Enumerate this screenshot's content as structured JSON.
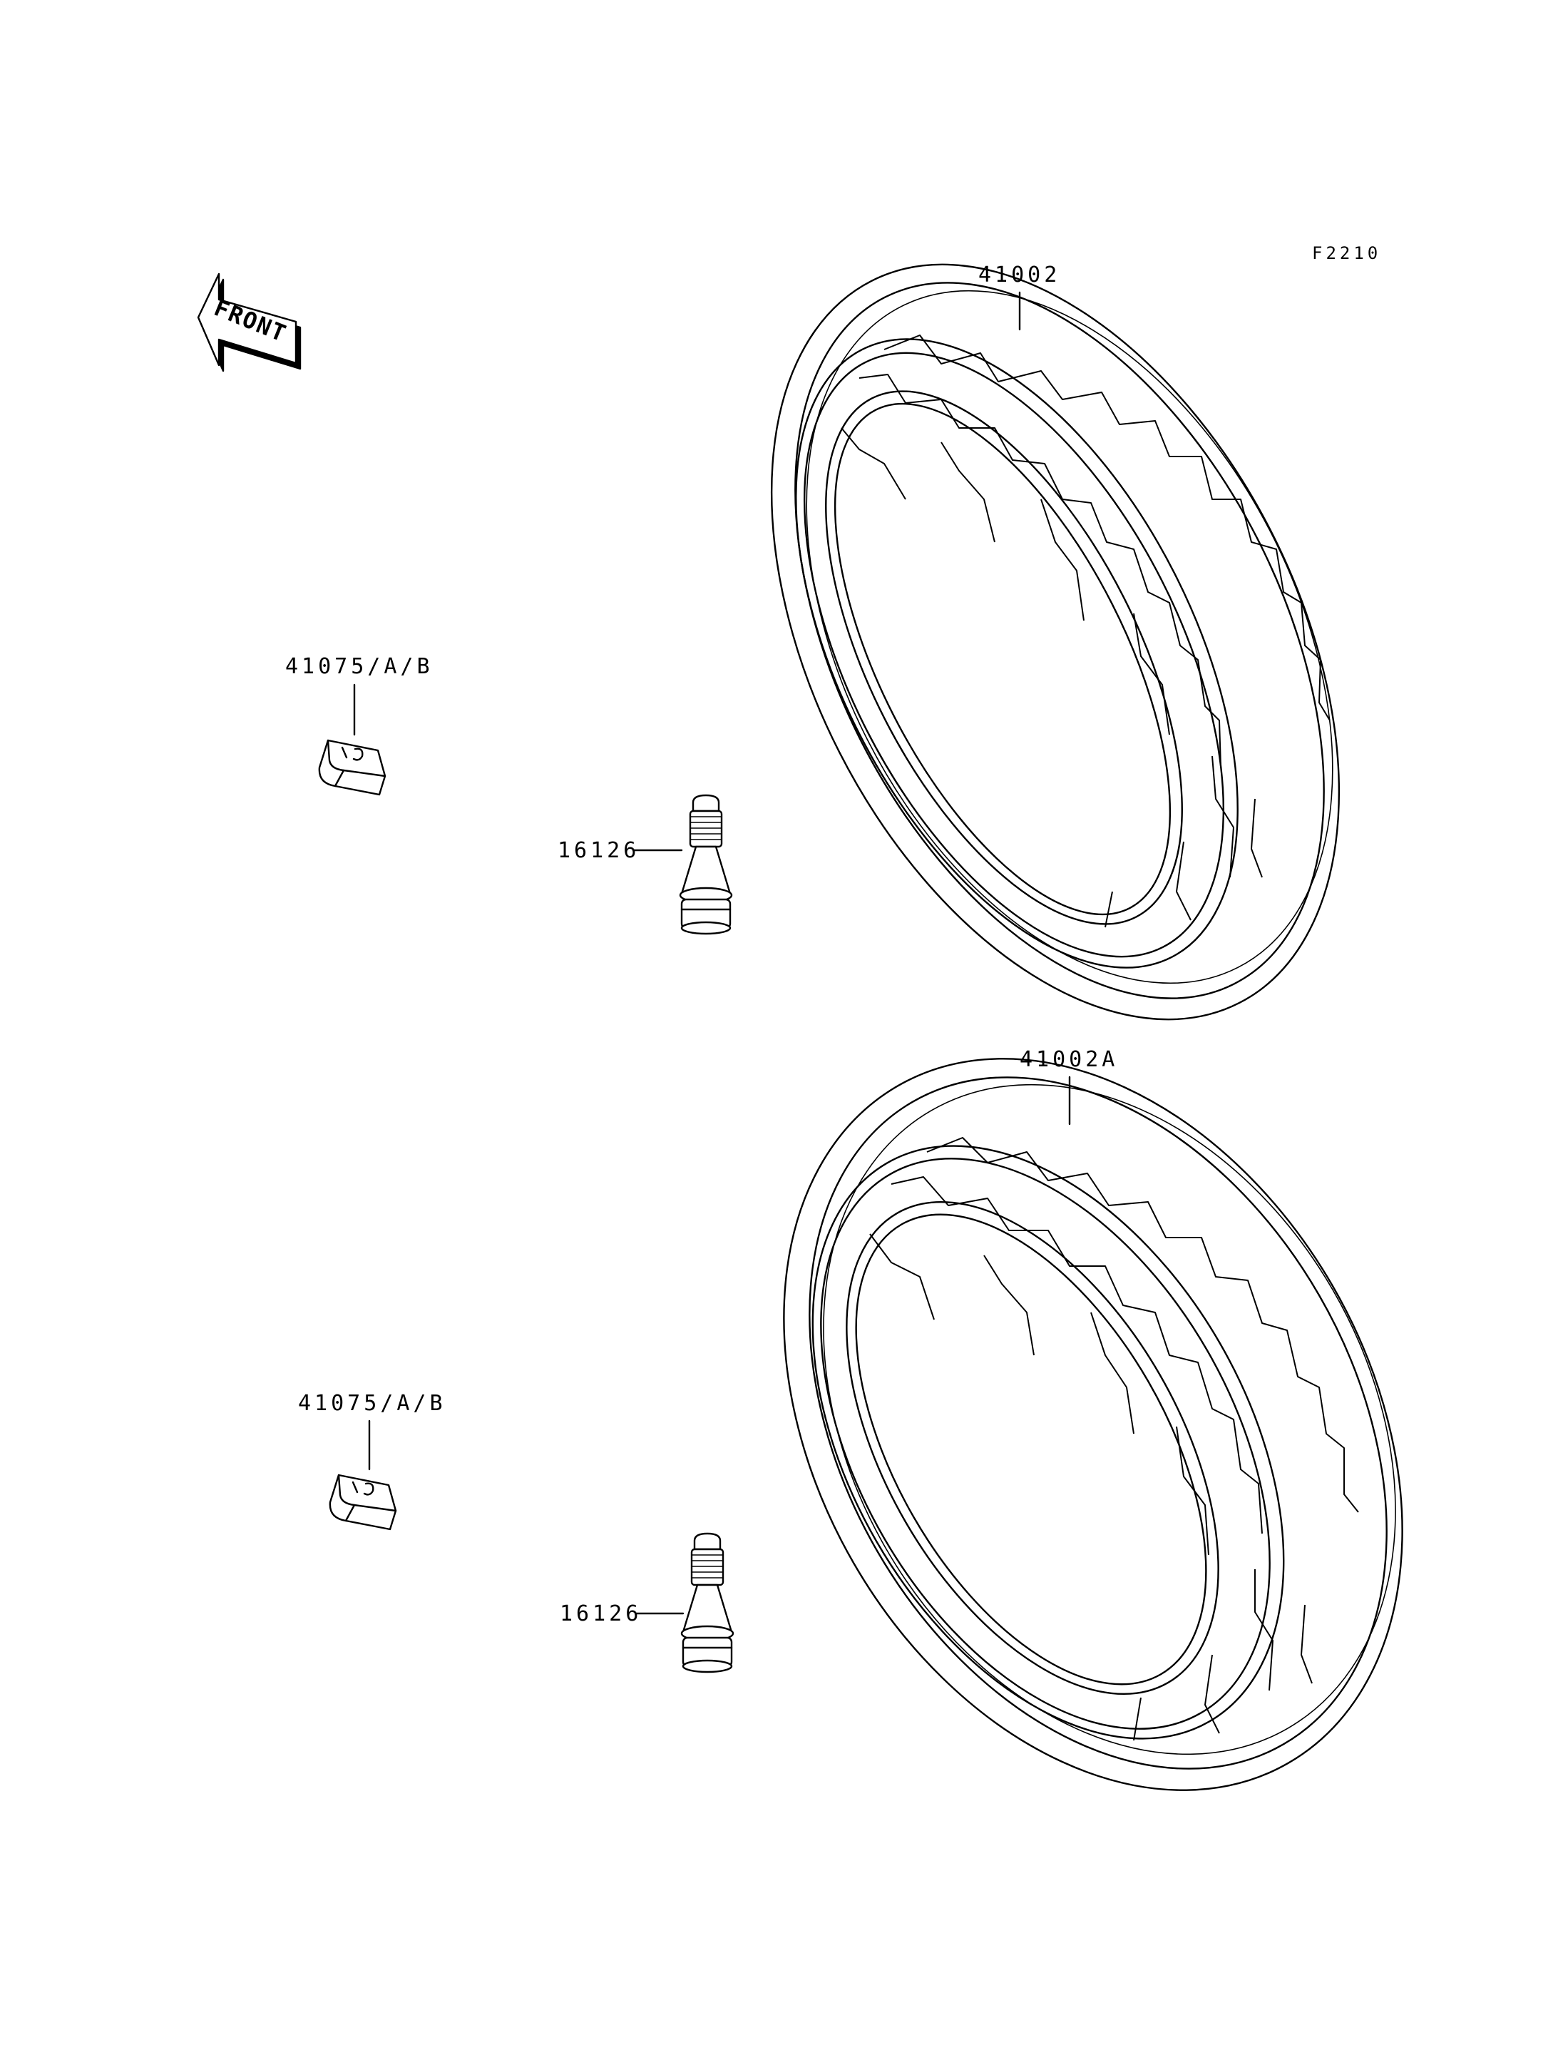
{
  "figure_code": "F2210",
  "front_label": "FRONT",
  "parts": {
    "tire_front": "41002",
    "tire_rear": "41002A",
    "weight_upper": "41075/A/B",
    "weight_lower": "41075/A/B",
    "valve_upper": "16126",
    "valve_lower": "16126"
  }
}
